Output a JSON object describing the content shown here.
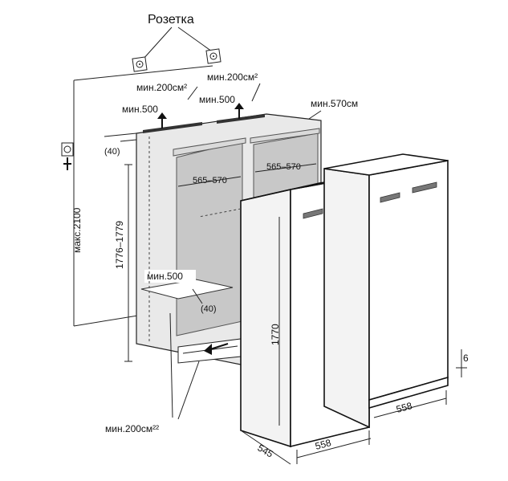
{
  "labels": {
    "socket_title": "Розетка",
    "vent_top_left": "мин.200см²",
    "vent_top_right": "мин.200см²",
    "gap_top_left": "мин.500",
    "gap_top_right": "мин.500",
    "depth_min": "мин.570см",
    "offset_top": "(40)",
    "niche_width_left": "565–570",
    "niche_width_right": "565–570",
    "niche_height": "1776–1779",
    "max_height": "макс.2100",
    "gap_bottom": "мин.500",
    "offset_bottom": "(40)",
    "vent_bottom": "мин.200см²²",
    "unit_height": "1770",
    "unit_depth": "545",
    "unit_width_left": "558",
    "unit_width_right": "558",
    "foot_height": "6"
  },
  "icons": {
    "socket_left": "socket-icon",
    "socket_right": "socket-icon",
    "socket_wall": "wall-socket-icon",
    "airflow_up": "arrow-up-icon",
    "airflow_in": "arrow-in-icon"
  }
}
